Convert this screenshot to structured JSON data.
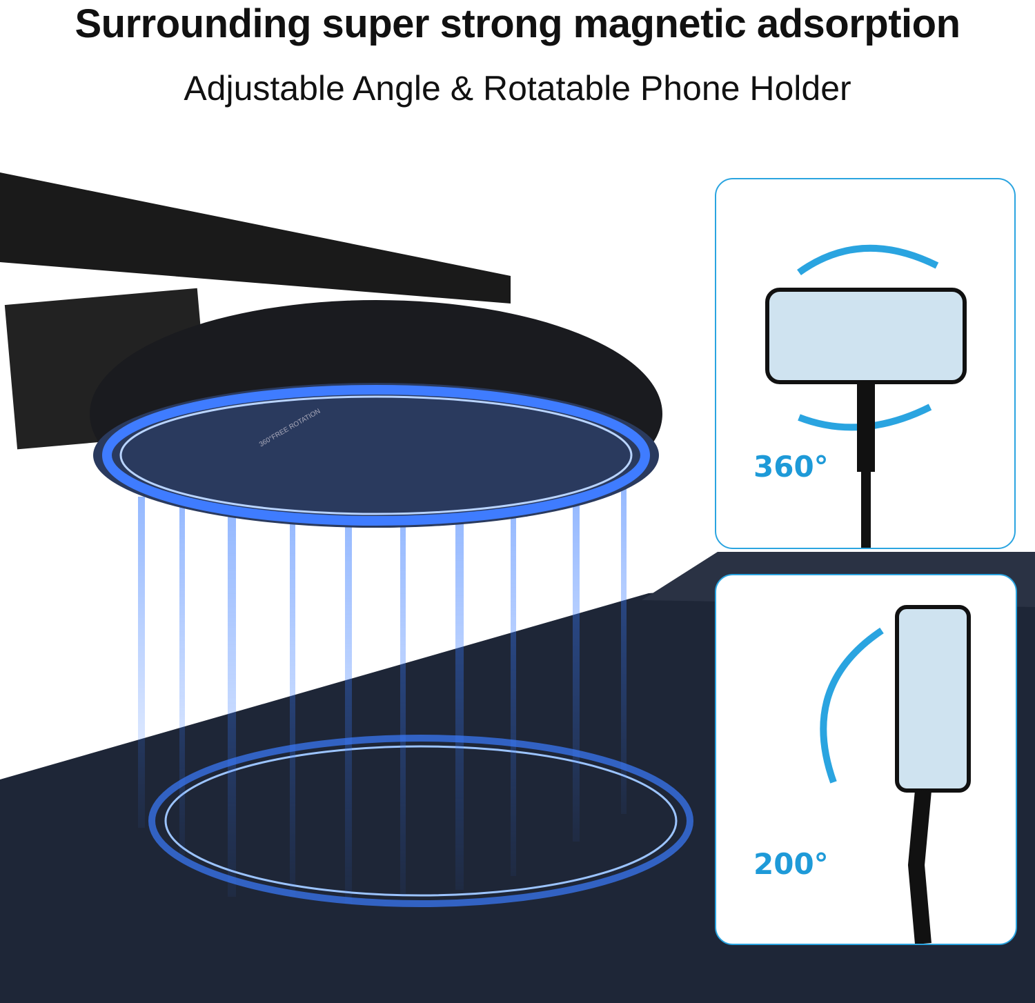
{
  "header": {
    "title": "Surrounding super strong magnetic adsorption",
    "subtitle": "Adjustable Angle & Rotatable Phone Holder"
  },
  "mount": {
    "label": "360°FREE ROTATION"
  },
  "panels": [
    {
      "angle": "360°"
    },
    {
      "angle": "200°"
    }
  ],
  "colors": {
    "accent": "#1e9ad8",
    "glow": "#2b6ef0",
    "dark": "#1c2230"
  }
}
